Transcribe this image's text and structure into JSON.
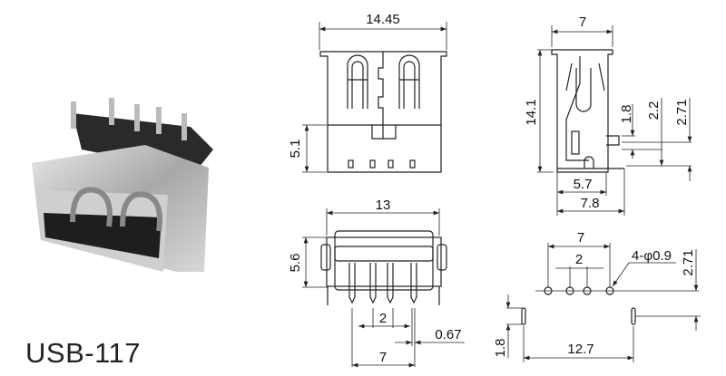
{
  "title": "USB-117",
  "front_view": {
    "width": "14.45",
    "height": "5.1"
  },
  "side_view": {
    "width_top": "7",
    "height": "14.1",
    "pin_a": "1.8",
    "pin_b": "2.2",
    "pin_c": "2.71",
    "base_a": "5.7",
    "base_b": "7.8"
  },
  "bottom_view": {
    "width": "13",
    "height": "5.6",
    "pin_pitch": "2",
    "pin_width": "0.67",
    "pin_span": "7"
  },
  "footprint": {
    "span": "7",
    "pitch": "2",
    "holes": "4-φ0.9",
    "offset": "2.71",
    "slot": "1.8",
    "slot_span": "12.7"
  }
}
